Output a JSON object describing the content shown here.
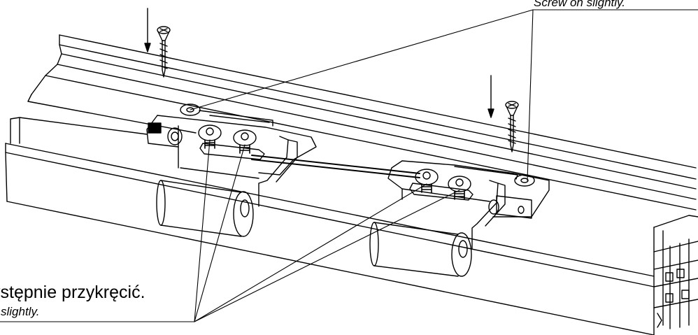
{
  "annotations": {
    "bottom_left_main": "ystępnie przykręcić.",
    "bottom_left_sub": "slightly.",
    "top_right_sub": "Screw on slightly."
  },
  "colors": {
    "line": "#000000",
    "background": "#ffffff"
  },
  "icons": [
    "screw-icon",
    "bolt-icon",
    "arrow-down-icon"
  ]
}
